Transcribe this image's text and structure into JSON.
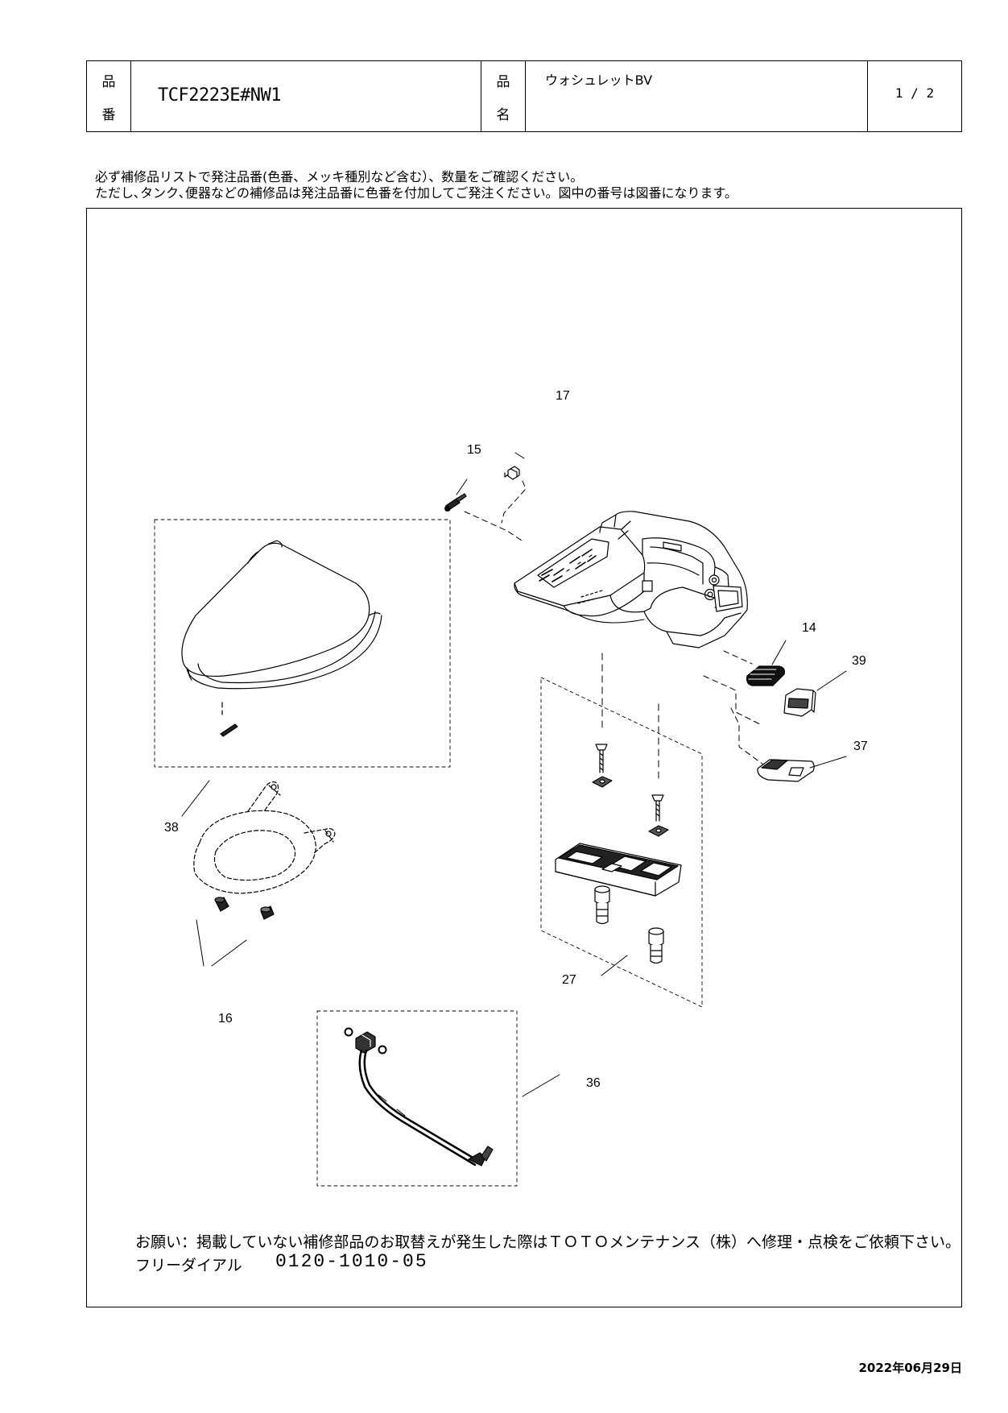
{
  "header": {
    "part_no_label_top": "品",
    "part_no_label_bottom": "番",
    "model_number": "TCF2223E#NW1",
    "name_label_top": "品",
    "name_label_bottom": "名",
    "product_name": "ウォシュレットBV",
    "page": "1 / 2"
  },
  "notices": {
    "line1": "必ず補修品リストで発注品番(色番、メッキ種別など含む）、数量をご確認ください。",
    "line2": "ただし､タンク､便器などの補修品は発注品番に色番を付加してご発注ください。図中の番号は図番になります。"
  },
  "callouts": {
    "c17": "17",
    "c15": "15",
    "c14": "14",
    "c39": "39",
    "c37": "37",
    "c38": "38",
    "c27": "27",
    "c16": "16",
    "c36": "36"
  },
  "footer": {
    "request": "お願い：掲載していない補修部品のお取替えが発生した際はＴＯＴＯメンテナンス（株）へ修理・点検をご依頼下さい。",
    "dial_label": "フリーダイアル",
    "dial_number": "0120-1010-05"
  },
  "date": "2022年06月29日"
}
